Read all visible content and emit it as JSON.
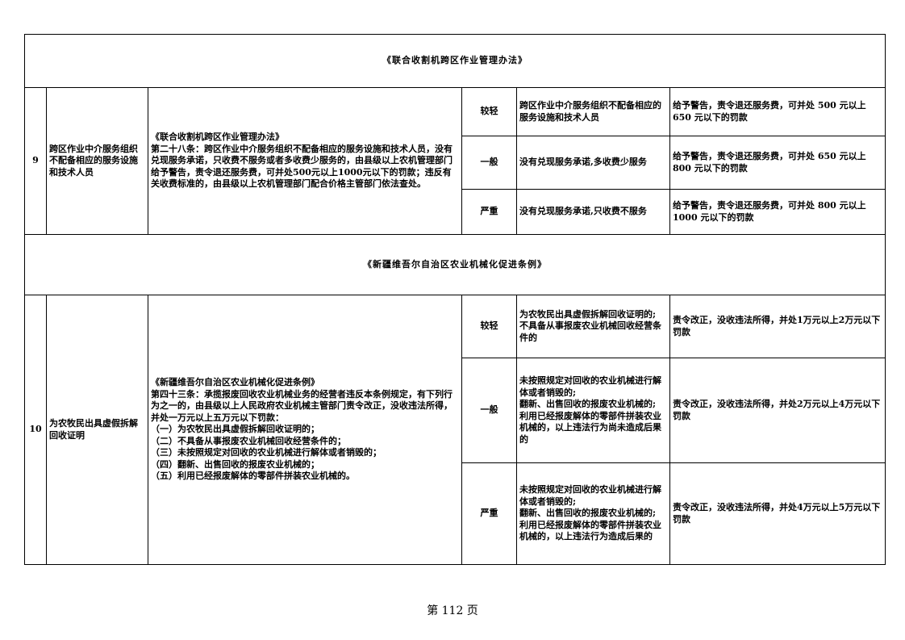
{
  "sections": [
    {
      "title": "《联合收割机跨区作业管理办法》",
      "entries": [
        {
          "no": "9",
          "item": "跨区作业中介服务组织不配备相应的服务设施和技术人员",
          "basis_lines": [
            "《联合收割机跨区作业管理办法》",
            "第二十八条：跨区作业中介服务组织不配备相应的服务设施和技术人员，没有兑现服务承诺，只收费不服务或者多收费少服务的，由县级以上农机管理部门给予警告，责令退还服务费，可并处500元以上1000元以下的罚款；违反有关收费标准的，由县级以上农机管理部门配合价格主管部门依法查处。"
          ],
          "levels": [
            {
              "level": "较轻",
              "circumstance_lines": [
                "跨区作业中介服务组织不配备相应的服务设施和技术人员"
              ],
              "penalty": "给予警告，责令退还服务费，可并处 500 元以上 650 元以下的罚款"
            },
            {
              "level": "一般",
              "circumstance_lines": [
                "没有兑现服务承诺,多收费少服务"
              ],
              "penalty": "给予警告，责令退还服务费，可并处 650 元以上 800 元以下的罚款"
            },
            {
              "level": "严重",
              "circumstance_lines": [
                "没有兑现服务承诺,只收费不服务"
              ],
              "penalty": "给予警告，责令退还服务费，可并处 800 元以上 1000 元以下的罚款"
            }
          ]
        }
      ]
    },
    {
      "title": "《新疆维吾尔自治区农业机械化促进条例》",
      "entries": [
        {
          "no": "10",
          "item": "为农牧民出具虚假拆解回收证明",
          "basis_lines": [
            "《新疆维吾尔自治区农业机械化促进条例》",
            "第四十三条：承揽报废回收农业机械业务的经营者违反本条例规定，有下列行为之一的，由县级以上人民政府农业机械主管部门责令改正，没收违法所得，并处一万元以上五万元以下罚款：",
            "（一）为农牧民出具虚假拆解回收证明的；",
            "（二）不具备从事报废农业机械回收经营条件的；",
            "（三）未按照规定对回收的农业机械进行解体或者销毁的；",
            "（四）翻新、出售回收的报废农业机械的；",
            "（五）利用已经报废解体的零部件拼装农业机械的。"
          ],
          "levels": [
            {
              "level": "较轻",
              "circumstance_lines": [
                "为农牧民出具虚假拆解回收证明的;",
                "不具备从事报废农业机械回收经营条件的"
              ],
              "penalty": "责令改正，没收违法所得，并处1万元以上2万元以下罚款"
            },
            {
              "level": "一般",
              "circumstance_lines": [
                "未按照规定对回收的农业机械进行解体或者销毁的;",
                "翻新、出售回收的报废农业机械的;",
                "利用已经报废解体的零部件拼装农业机械的，以上违法行为尚未造成后果的"
              ],
              "penalty": "责令改正，没收违法所得，并处2万元以上4万元以下罚款"
            },
            {
              "level": "严重",
              "circumstance_lines": [
                "未按照规定对回收的农业机械进行解体或者销毁的;",
                "翻新、出售回收的报废农业机械的;",
                "利用已经报废解体的零部件拼装农业机械的，以上违法行为造成后果的"
              ],
              "penalty": "责令改正，没收违法所得，并处4万元以上5万元以下罚款"
            }
          ]
        }
      ]
    }
  ],
  "footer": {
    "page_label": "第 112 页"
  }
}
